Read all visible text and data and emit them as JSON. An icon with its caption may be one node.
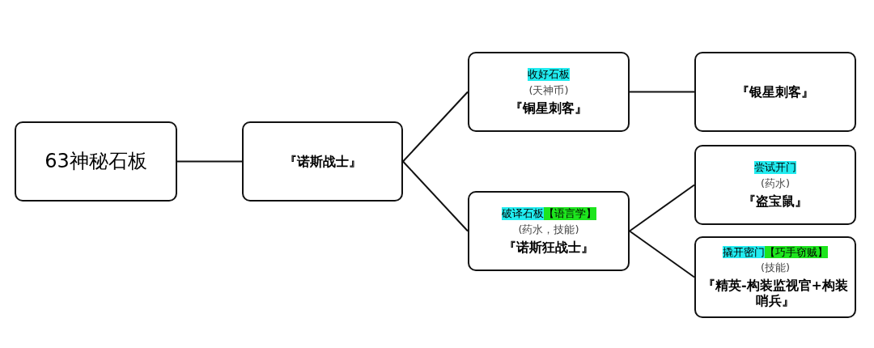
{
  "diagram": {
    "nodes": [
      {
        "text": [
          "63神秘石板"
        ]
      },
      {
        "text": [
          "『诺斯战士』"
        ]
      },
      {
        "text": [
          "收好石板",
          "(天神币)",
          "『铜星刺客』"
        ]
      },
      {
        "text": [
          "『银星刺客』"
        ]
      },
      {
        "text": [
          "破译石板",
          "【语言学】",
          "(药水，技能)",
          "『诺斯狂战士』"
        ]
      },
      {
        "text": [
          "尝试开门",
          "(药水)",
          "『盗宝鼠』"
        ]
      },
      {
        "text": [
          "撬开密门",
          "【巧手窃贼】",
          "(技能)",
          "『精英-构装监视官+构装哨兵』"
        ]
      }
    ],
    "edges": [
      {
        "from": 0,
        "to": 1,
        "arrow": "none"
      },
      {
        "from": 1,
        "to": 2,
        "arrow": "none"
      },
      {
        "from": 1,
        "to": 4,
        "arrow": "none"
      },
      {
        "from": 2,
        "to": 3,
        "arrow": "none"
      },
      {
        "from": 4,
        "to": 5,
        "arrow": "none"
      },
      {
        "from": 4,
        "to": 6,
        "arrow": "none"
      }
    ]
  }
}
